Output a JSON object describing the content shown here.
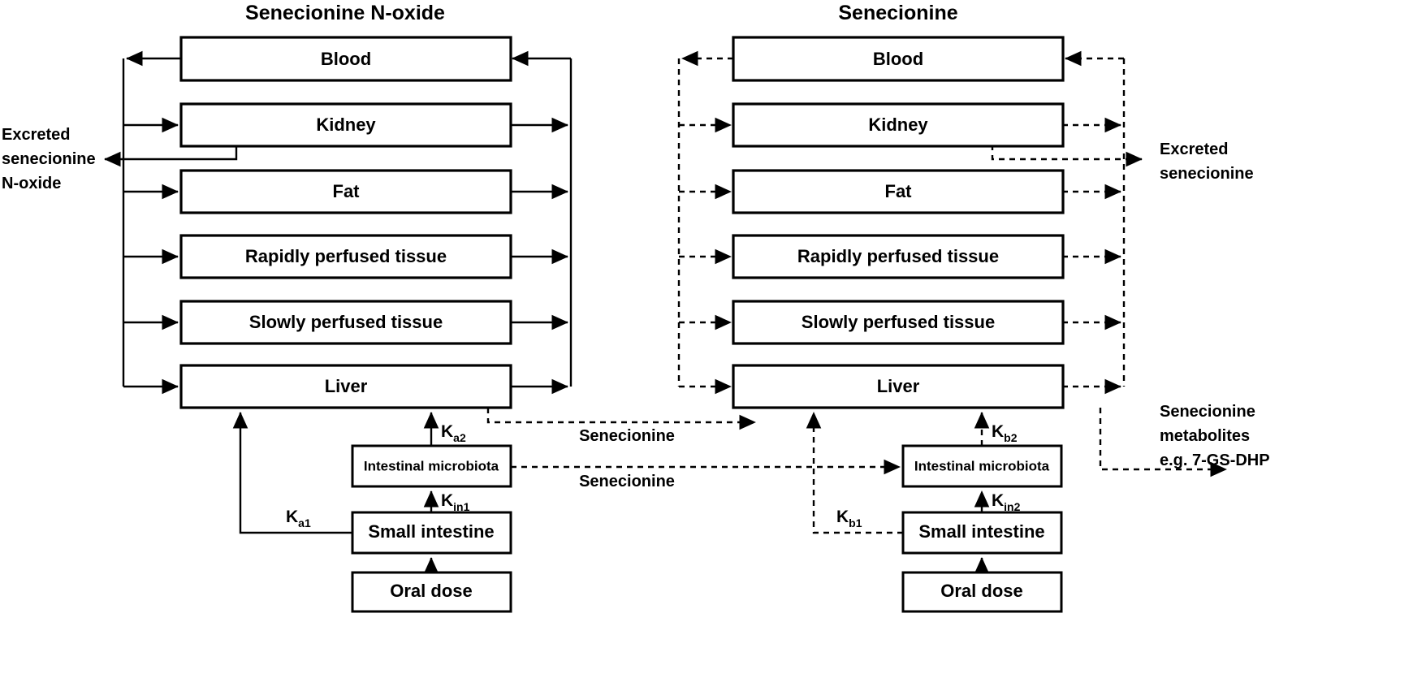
{
  "figure": {
    "type": "pbpk-compartment-diagram",
    "description": "Two-panel physiologically based pharmacokinetic (PBPK) model schematic for senecionine N-oxide and senecionine"
  },
  "panels": [
    {
      "id": "left",
      "title": "Senecionine N-oxide",
      "line_style": "solid",
      "compartments": [
        {
          "key": "blood",
          "label": "Blood"
        },
        {
          "key": "kidney",
          "label": "Kidney"
        },
        {
          "key": "fat",
          "label": "Fat"
        },
        {
          "key": "rapid",
          "label": "Rapidly perfused tissue"
        },
        {
          "key": "slow",
          "label": "Slowly perfused tissue"
        },
        {
          "key": "liver",
          "label": "Liver"
        }
      ],
      "gut_compartments": [
        {
          "key": "microbiota",
          "label": "Intestinal microbiota"
        },
        {
          "key": "small_intestine",
          "label": "Small intestine"
        },
        {
          "key": "oral_dose",
          "label": "Oral dose"
        }
      ],
      "rate_constants": [
        {
          "key": "ka2",
          "base": "K",
          "sub": "a2",
          "text": "Ka2"
        },
        {
          "key": "kin1",
          "base": "K",
          "sub": "in1",
          "text": "Kin1"
        },
        {
          "key": "ka1",
          "base": "K",
          "sub": "a1",
          "text": "Ka1"
        }
      ],
      "output_label": "Excreted\nsenecionine\nN-oxide",
      "output_lines": [
        "Excreted",
        "senecionine",
        "N-oxide"
      ]
    },
    {
      "id": "right",
      "title": "Senecionine",
      "line_style": "dashed",
      "compartments": [
        {
          "key": "blood",
          "label": "Blood"
        },
        {
          "key": "kidney",
          "label": "Kidney"
        },
        {
          "key": "fat",
          "label": "Fat"
        },
        {
          "key": "rapid",
          "label": "Rapidly perfused tissue"
        },
        {
          "key": "slow",
          "label": "Slowly perfused tissue"
        },
        {
          "key": "liver",
          "label": "Liver"
        }
      ],
      "gut_compartments": [
        {
          "key": "microbiota",
          "label": "Intestinal microbiota"
        },
        {
          "key": "small_intestine",
          "label": "Small intestine"
        },
        {
          "key": "oral_dose",
          "label": "Oral dose"
        }
      ],
      "rate_constants": [
        {
          "key": "kb2",
          "base": "K",
          "sub": "b2",
          "text": "Kb2"
        },
        {
          "key": "kin2",
          "base": "K",
          "sub": "in2",
          "text": "Kin2"
        },
        {
          "key": "kb1",
          "base": "K",
          "sub": "b1",
          "text": "Kb1"
        }
      ],
      "output_label": "Excreted\nsenecionine",
      "output_lines": [
        "Excreted",
        "senecionine"
      ],
      "metabolite_lines": [
        "Senecionine",
        "metabolites",
        "e.g. 7-GS-DHP"
      ]
    }
  ],
  "cross_flows": [
    {
      "key": "liver-to-liver",
      "label": "Senecionine"
    },
    {
      "key": "microbiota-to-microbiota",
      "label": "Senecionine"
    }
  ],
  "colors": {
    "stroke": "#000000",
    "fill": "#ffffff",
    "background": "#ffffff"
  }
}
